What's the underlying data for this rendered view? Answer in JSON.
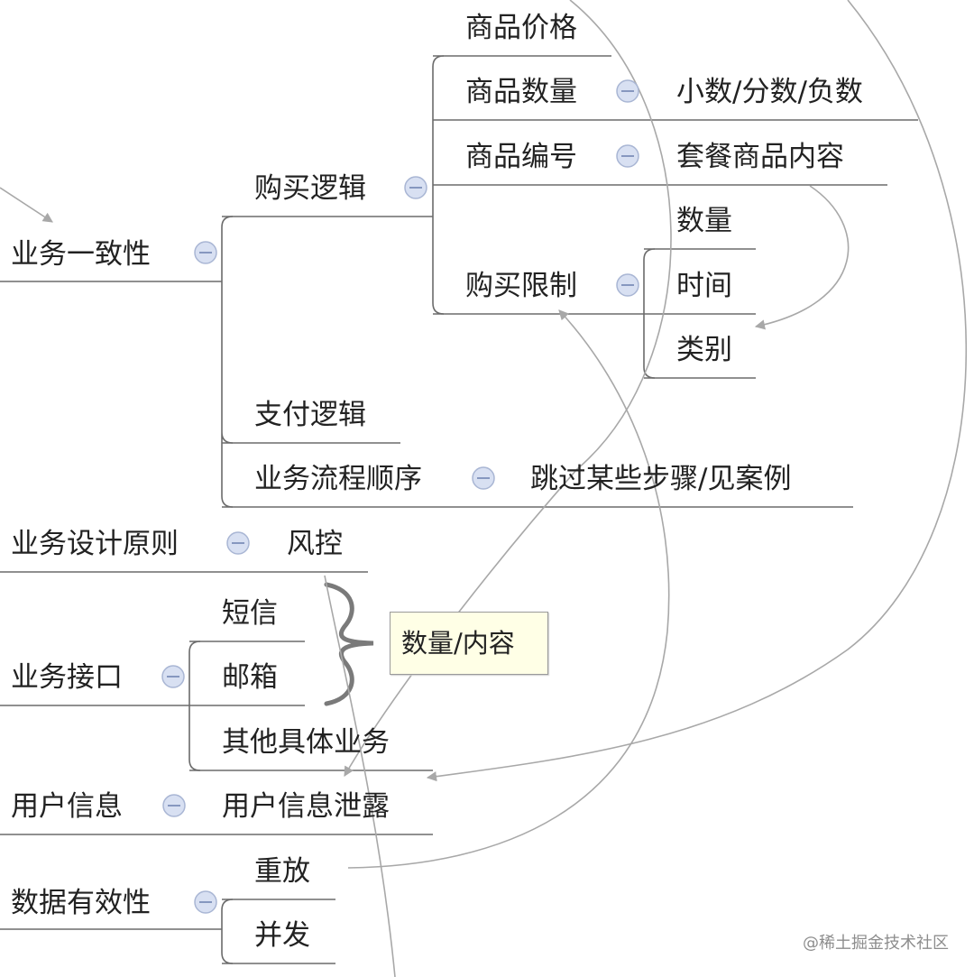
{
  "nodes": {
    "consistency": "业务一致性",
    "purchase_logic": "购买逻辑",
    "price": "商品价格",
    "quantity": "商品数量",
    "quantity_detail": "小数/分数/负数",
    "item_id": "商品编号",
    "item_id_detail": "套餐商品内容",
    "limit": "购买限制",
    "limit_qty": "数量",
    "limit_time": "时间",
    "limit_type": "类别",
    "pay_logic": "支付逻辑",
    "flow_order": "业务流程顺序",
    "flow_detail": "跳过某些步骤/见案例",
    "design": "业务设计原则",
    "risk": "风控",
    "api": "业务接口",
    "sms": "短信",
    "mail": "邮箱",
    "other": "其他具体业务",
    "user_info": "用户信息",
    "leak": "用户信息泄露",
    "validity": "数据有效性",
    "replay": "重放",
    "concurrency": "并发"
  },
  "callout": "数量/内容",
  "watermark": "@稀土掘金技术社区",
  "colors": {
    "line": "#6b6b6b",
    "relation": "#a8a8a8",
    "collapse_fill": "#d8e0f2",
    "collapse_stroke": "#a9b6d4",
    "note_bg": "#ffffe6"
  }
}
